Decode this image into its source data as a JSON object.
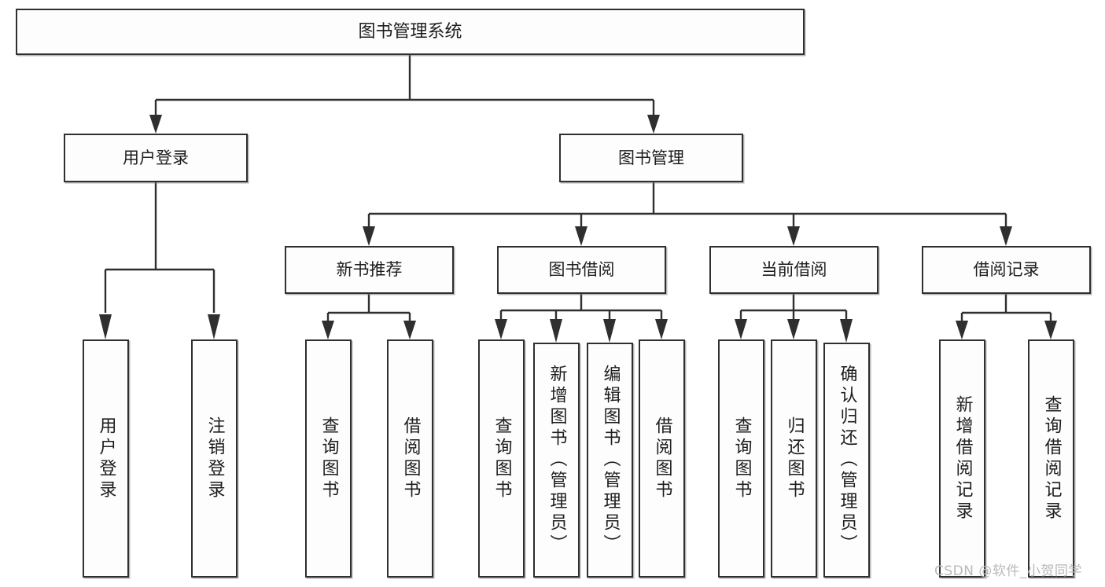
{
  "diagram": {
    "type": "hierarchy-tree",
    "title": "图书管理系统",
    "watermark": "CSDN @软件_小贺同学",
    "root": {
      "label": "图书管理系统"
    },
    "level2": [
      {
        "id": "user-login",
        "label": "用户登录"
      },
      {
        "id": "book-management",
        "label": "图书管理"
      }
    ],
    "level3": [
      {
        "id": "new-book-recommend",
        "label": "新书推荐",
        "parent": "book-management"
      },
      {
        "id": "book-borrow",
        "label": "图书借阅",
        "parent": "book-management"
      },
      {
        "id": "current-borrow",
        "label": "当前借阅",
        "parent": "book-management"
      },
      {
        "id": "borrow-record",
        "label": "借阅记录",
        "parent": "book-management"
      }
    ],
    "leaves": [
      {
        "id": "leaf-user-login",
        "label": "用户登录",
        "parent": "user-login"
      },
      {
        "id": "leaf-logout",
        "label": "注销登录",
        "parent": "user-login"
      },
      {
        "id": "leaf-query-book-1",
        "label": "查询图书",
        "parent": "new-book-recommend"
      },
      {
        "id": "leaf-borrow-book-1",
        "label": "借阅图书",
        "parent": "new-book-recommend"
      },
      {
        "id": "leaf-query-book-2",
        "label": "查询图书",
        "parent": "book-borrow"
      },
      {
        "id": "leaf-add-book",
        "label": "新增图书（管理员）",
        "parent": "book-borrow"
      },
      {
        "id": "leaf-edit-book",
        "label": "编辑图书（管理员）",
        "parent": "book-borrow"
      },
      {
        "id": "leaf-borrow-book-2",
        "label": "借阅图书",
        "parent": "book-borrow"
      },
      {
        "id": "leaf-query-book-3",
        "label": "查询图书",
        "parent": "current-borrow"
      },
      {
        "id": "leaf-return-book",
        "label": "归还图书",
        "parent": "current-borrow"
      },
      {
        "id": "leaf-confirm-return",
        "label": "确认归还（管理员）",
        "parent": "current-borrow"
      },
      {
        "id": "leaf-add-record",
        "label": "新增借阅记录",
        "parent": "borrow-record"
      },
      {
        "id": "leaf-query-record",
        "label": "查询借阅记录",
        "parent": "borrow-record"
      }
    ],
    "colors": {
      "stroke": "#2f2f2f",
      "fill": "#fdfdfd",
      "text": "#1d1d1d",
      "watermark": "#b9b9b9"
    }
  }
}
